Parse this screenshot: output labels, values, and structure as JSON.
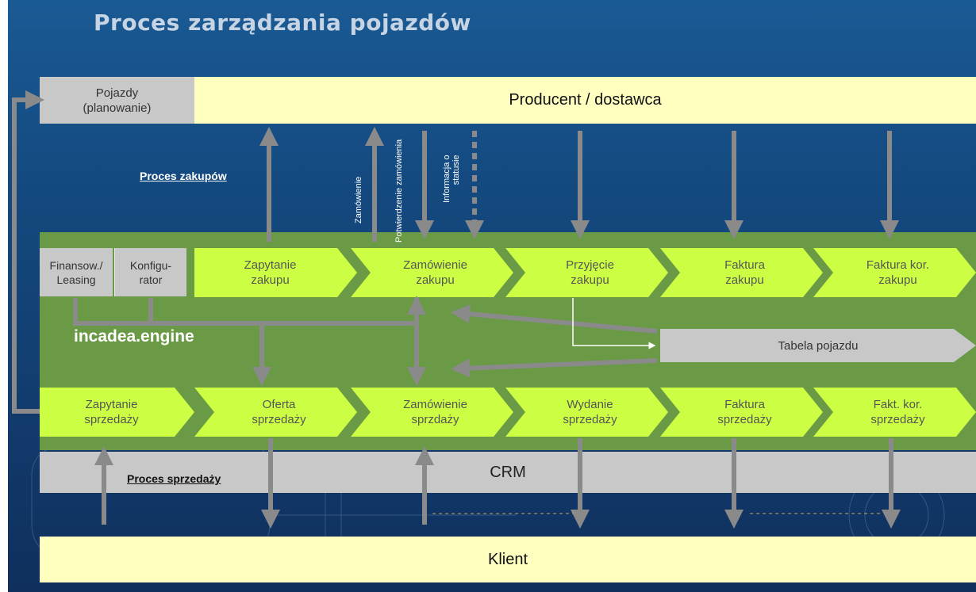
{
  "title": "Proces zarządzania pojazdów",
  "top": {
    "vehicles": "Pojazdy\n(planowanie)",
    "producer": "Producent / dostawca"
  },
  "labels": {
    "purchase_process": "Proces zakupów",
    "engine": "incadea.engine",
    "sales_process": "Proces sprzedaży"
  },
  "annotations": {
    "order": "Zamówienie",
    "order_confirmation": "Potwierdzenie zamówienia",
    "status_info": "Informacja o\nstatusie"
  },
  "left_boxes": {
    "financing": "Finansow./\nLeasing",
    "configurator": "Konfigu-\nrator"
  },
  "purchase_steps": [
    "Zapytanie\nzakupu",
    "Zamówienie\nzakupu",
    "Przyjęcie\nzakupu",
    "Faktura\nzakupu",
    "Faktura kor.\nzakupu"
  ],
  "vehicle_table": "Tabela pojazdu",
  "sales_steps": [
    "Zapytanie\nsprzedaży",
    "Oferta\nsprzedaży",
    "Zamówienie\nsprzdaży",
    "Wydanie\nsprzedaży",
    "Faktura\nsprzedaży",
    "Fakt. kor.\nsprzedaży"
  ],
  "crm": "CRM",
  "client": "Klient",
  "colors": {
    "background": "#144a80",
    "engine_green": "#6a9a45",
    "step_lime": "#ccff44",
    "box_yellow": "#ffffc0",
    "box_gray": "#c8c8c8",
    "arrow_gray": "#8a8a8a"
  }
}
